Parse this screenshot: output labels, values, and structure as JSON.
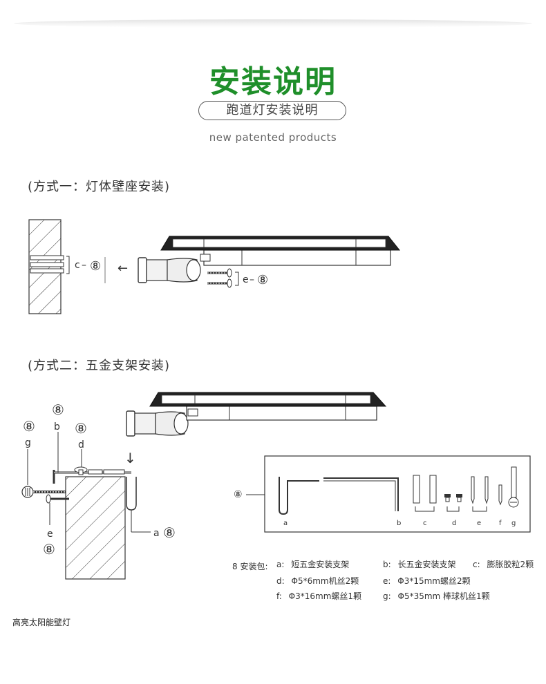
{
  "header": {
    "title": "安装说明",
    "subtitle": "跑道灯安装说明",
    "tagline": "new patented products"
  },
  "method1": {
    "label": "(方式一：灯体壁座安装)",
    "callout_c": "c",
    "callout_e": "e",
    "pack_marker": "⑧",
    "arrow": "←"
  },
  "method2": {
    "label": "(方式二：五金支架安装)",
    "callout_g": "g",
    "callout_b": "b",
    "callout_d": "d",
    "callout_e": "e",
    "callout_a": "a",
    "pack_marker": "⑧",
    "arrow": "↓"
  },
  "parts_box": {
    "marker": "⑧",
    "labels": [
      "a",
      "b",
      "c",
      "d",
      "e",
      "f",
      "g"
    ]
  },
  "legend": {
    "header": "8 安装包:",
    "items": [
      {
        "key": "a:",
        "text": "短五金安装支架"
      },
      {
        "key": "b:",
        "text": "长五金安装支架"
      },
      {
        "key": "c:",
        "text": "膨胀胶粒2颗"
      },
      {
        "key": "d:",
        "text": "Φ5*6mm机丝2颗"
      },
      {
        "key": "e:",
        "text": "Φ3*15mm螺丝2颗"
      },
      {
        "key": "f:",
        "text": "Φ3*16mm螺丝1颗"
      },
      {
        "key": "g:",
        "text": "Φ5*35mm 棒球机丝1颗"
      }
    ]
  },
  "footer": {
    "text": "高亮太阳能壁灯"
  }
}
